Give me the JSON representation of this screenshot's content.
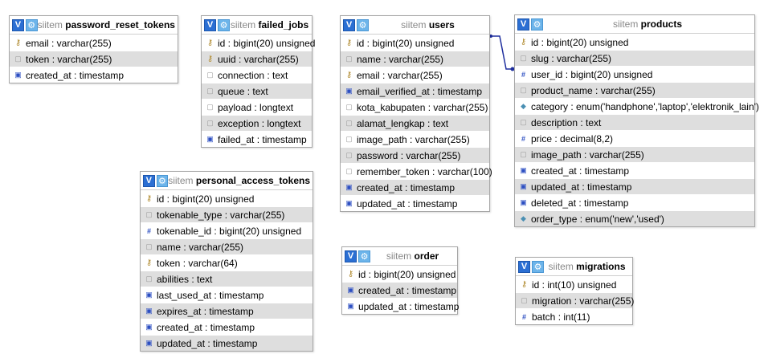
{
  "db_name": "siitem",
  "header_buttons": {
    "v": "V",
    "gear": "⚙"
  },
  "tables": {
    "password_reset_tokens": {
      "name": "password_reset_tokens",
      "columns": [
        {
          "text": "email : varchar(255)",
          "icon": "key-icon"
        },
        {
          "text": "token : varchar(255)",
          "icon": "column-icon"
        },
        {
          "text": "created_at : timestamp",
          "icon": "date-icon"
        }
      ]
    },
    "failed_jobs": {
      "name": "failed_jobs",
      "columns": [
        {
          "text": "id : bigint(20) unsigned",
          "icon": "key-icon"
        },
        {
          "text": "uuid : varchar(255)",
          "icon": "key-icon"
        },
        {
          "text": "connection : text",
          "icon": "column-icon"
        },
        {
          "text": "queue : text",
          "icon": "column-icon"
        },
        {
          "text": "payload : longtext",
          "icon": "column-icon"
        },
        {
          "text": "exception : longtext",
          "icon": "column-icon"
        },
        {
          "text": "failed_at : timestamp",
          "icon": "date-icon"
        }
      ]
    },
    "users": {
      "name": "users",
      "columns": [
        {
          "text": "id : bigint(20) unsigned",
          "icon": "key-icon"
        },
        {
          "text": "name : varchar(255)",
          "icon": "column-icon"
        },
        {
          "text": "email : varchar(255)",
          "icon": "key-icon"
        },
        {
          "text": "email_verified_at : timestamp",
          "icon": "date-icon"
        },
        {
          "text": "kota_kabupaten : varchar(255)",
          "icon": "column-icon"
        },
        {
          "text": "alamat_lengkap : text",
          "icon": "column-icon"
        },
        {
          "text": "image_path : varchar(255)",
          "icon": "column-icon"
        },
        {
          "text": "password : varchar(255)",
          "icon": "column-icon"
        },
        {
          "text": "remember_token : varchar(100)",
          "icon": "column-icon"
        },
        {
          "text": "created_at : timestamp",
          "icon": "date-icon"
        },
        {
          "text": "updated_at : timestamp",
          "icon": "date-icon"
        }
      ]
    },
    "products": {
      "name": "products",
      "columns": [
        {
          "text": "id : bigint(20) unsigned",
          "icon": "key-icon"
        },
        {
          "text": "slug : varchar(255)",
          "icon": "column-icon"
        },
        {
          "text": "user_id : bigint(20) unsigned",
          "icon": "number-icon"
        },
        {
          "text": "product_name : varchar(255)",
          "icon": "column-icon"
        },
        {
          "text": "category : enum('handphone','laptop','elektronik_lain')",
          "icon": "enum-icon"
        },
        {
          "text": "description : text",
          "icon": "column-icon"
        },
        {
          "text": "price : decimal(8,2)",
          "icon": "number-icon"
        },
        {
          "text": "image_path : varchar(255)",
          "icon": "column-icon"
        },
        {
          "text": "created_at : timestamp",
          "icon": "date-icon"
        },
        {
          "text": "updated_at : timestamp",
          "icon": "date-icon"
        },
        {
          "text": "deleted_at : timestamp",
          "icon": "date-icon"
        },
        {
          "text": "order_type : enum('new','used')",
          "icon": "enum-icon"
        }
      ]
    },
    "personal_access_tokens": {
      "name": "personal_access_tokens",
      "columns": [
        {
          "text": "id : bigint(20) unsigned",
          "icon": "key-icon"
        },
        {
          "text": "tokenable_type : varchar(255)",
          "icon": "column-icon"
        },
        {
          "text": "tokenable_id : bigint(20) unsigned",
          "icon": "number-icon"
        },
        {
          "text": "name : varchar(255)",
          "icon": "column-icon"
        },
        {
          "text": "token : varchar(64)",
          "icon": "key-icon"
        },
        {
          "text": "abilities : text",
          "icon": "column-icon"
        },
        {
          "text": "last_used_at : timestamp",
          "icon": "date-icon"
        },
        {
          "text": "expires_at : timestamp",
          "icon": "date-icon"
        },
        {
          "text": "created_at : timestamp",
          "icon": "date-icon"
        },
        {
          "text": "updated_at : timestamp",
          "icon": "date-icon"
        }
      ]
    },
    "order": {
      "name": "order",
      "columns": [
        {
          "text": "id : bigint(20) unsigned",
          "icon": "key-icon"
        },
        {
          "text": "created_at : timestamp",
          "icon": "date-icon"
        },
        {
          "text": "updated_at : timestamp",
          "icon": "date-icon"
        }
      ]
    },
    "migrations": {
      "name": "migrations",
      "columns": [
        {
          "text": "id : int(10) unsigned",
          "icon": "key-icon"
        },
        {
          "text": "migration : varchar(255)",
          "icon": "column-icon"
        },
        {
          "text": "batch : int(11)",
          "icon": "number-icon"
        }
      ]
    }
  },
  "relations": [
    {
      "from": "users.id",
      "to": "products.user_id",
      "color": "#1f2f9e"
    }
  ]
}
